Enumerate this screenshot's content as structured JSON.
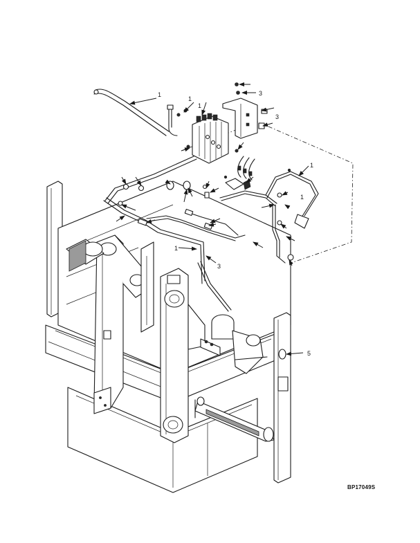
{
  "figure": {
    "identifier": "BP17049S"
  },
  "callouts": [
    "1",
    "1",
    "1",
    "3",
    "3",
    "1",
    "1",
    "1",
    "3",
    "5"
  ]
}
